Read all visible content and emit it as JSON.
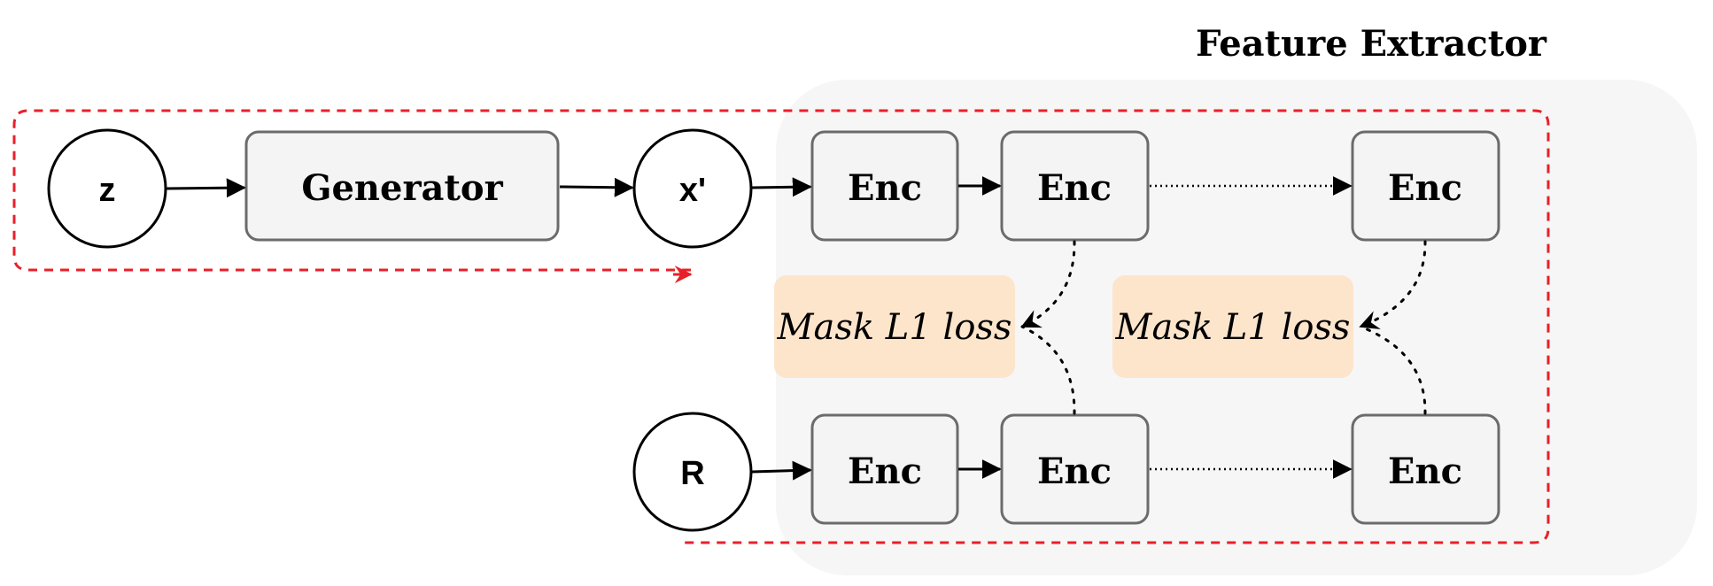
{
  "diagram": {
    "panel_title": "Feature Extractor",
    "nodes": {
      "z": "z",
      "x_prime": "x'",
      "r": "R",
      "generator": "Generator",
      "enc": "Enc"
    },
    "loss_label": "Mask L1 loss"
  },
  "colors": {
    "panel_bg": "#f6f6f6",
    "box_fill": "#f4f4f4",
    "box_stroke": "#6b6b6b",
    "loss_fill": "#fde5cc",
    "dashed_path": "#e8202a",
    "arrow": "#000000"
  }
}
